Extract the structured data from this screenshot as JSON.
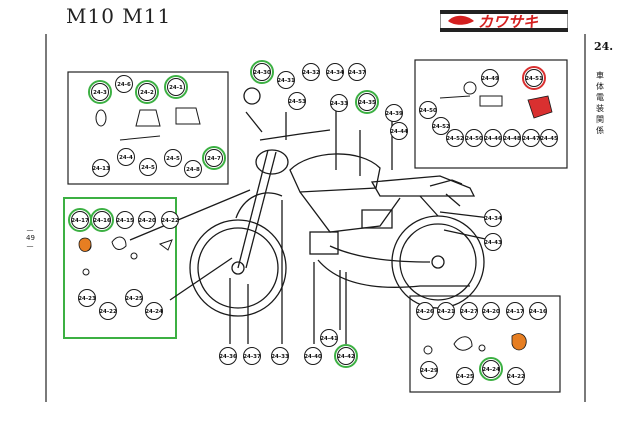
{
  "header": {
    "title": "M10 M11",
    "brand": "カワサキ"
  },
  "section": {
    "number": "24.",
    "title": "車体電装関係"
  },
  "page_number": "— 49 —",
  "colors": {
    "green_highlight": "#3cb043",
    "red_highlight": "#d93030",
    "orange_part": "#e67e22",
    "line": "#1a1a1a"
  },
  "callouts": {
    "c1": "24-3",
    "c2": "24-6",
    "c3": "24-2",
    "c4": "24-1",
    "c5": "24-13",
    "c6": "24-4",
    "c7": "24-5",
    "c8": "24-5",
    "c9": "24-8",
    "c10": "24-7",
    "c11": "24-30",
    "c12": "24-31",
    "c13": "24-32",
    "c14": "24-34",
    "c15": "24-37",
    "c16": "24-53",
    "c17": "24-33",
    "c18": "24-35",
    "c19": "24-39",
    "c20": "24-44",
    "c21": "24-49",
    "c22": "24-51",
    "c23": "24-50",
    "c24": "24-52",
    "c25": "24-52",
    "c26": "24-50",
    "c27": "24-46",
    "c28": "24-48",
    "c29": "24-47",
    "c30": "24-45",
    "c31": "24-17",
    "c32": "24-16",
    "c33": "24-15",
    "c34": "24-20",
    "c35": "24-22",
    "c36": "24-23",
    "c37": "24-25",
    "c38": "24-22",
    "c39": "24-24",
    "c40": "24-34",
    "c41": "24-43",
    "c42": "24-36",
    "c43": "24-37",
    "c44": "24-33",
    "c45": "24-40",
    "c46": "24-41",
    "c47": "24-42",
    "c48": "24-26",
    "c49": "24-21",
    "c50": "24-27",
    "c51": "24-20",
    "c52": "24-17",
    "c53": "24-16",
    "c54": "24-29",
    "c55": "24-25",
    "c56": "24-24",
    "c57": "24-22"
  }
}
